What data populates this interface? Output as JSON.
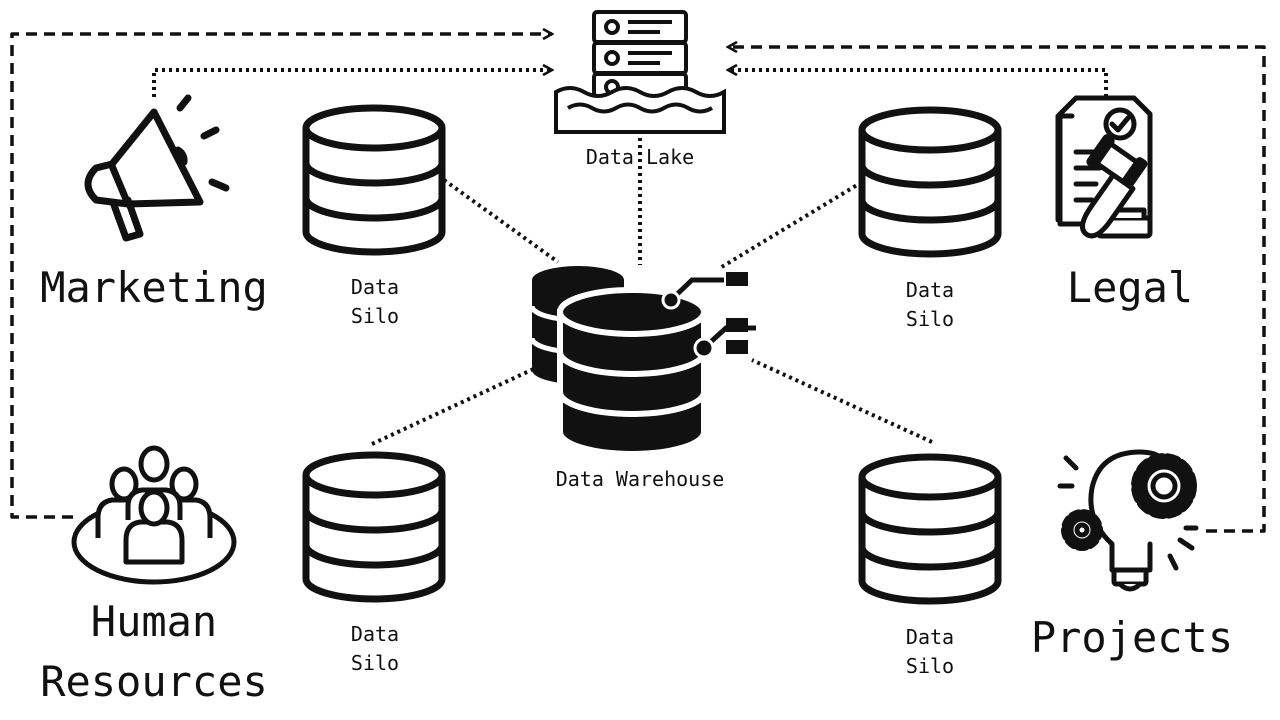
{
  "diagram": {
    "departments": {
      "marketing": "Marketing",
      "legal": "Legal",
      "hr_line1": "Human",
      "hr_line2": "Resources",
      "projects": "Projects"
    },
    "stores": {
      "data_lake": "Data Lake",
      "data_warehouse": "Data Warehouse",
      "silo_line1": "Data",
      "silo_line2": "Silo"
    }
  },
  "icons": {
    "marketing": "megaphone-icon",
    "legal": "legal-document-gavel-icon",
    "hr": "people-group-icon",
    "projects": "gears-lightbulb-icon",
    "lake": "server-water-icon",
    "silo": "database-icon",
    "warehouse": "database-network-icon"
  },
  "colors": {
    "ink": "#111111",
    "background": "#ffffff"
  }
}
